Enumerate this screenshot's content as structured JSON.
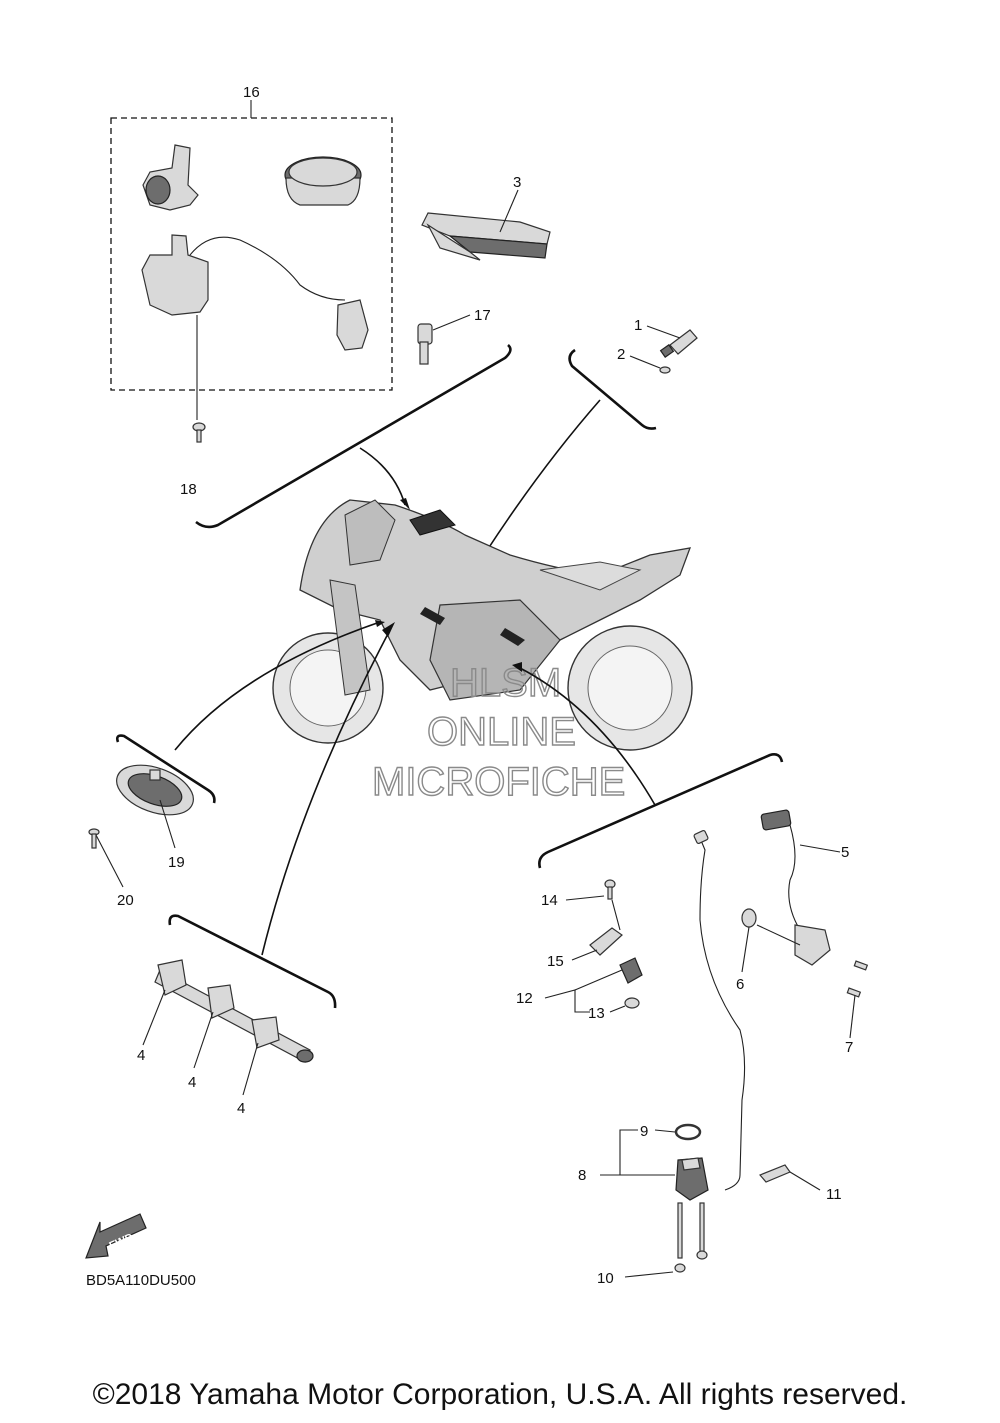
{
  "callouts": [
    {
      "id": "c1",
      "label": "1"
    },
    {
      "id": "c2",
      "label": "2"
    },
    {
      "id": "c3",
      "label": "3"
    },
    {
      "id": "c4a",
      "label": "4"
    },
    {
      "id": "c4b",
      "label": "4"
    },
    {
      "id": "c4c",
      "label": "4"
    },
    {
      "id": "c5",
      "label": "5"
    },
    {
      "id": "c6",
      "label": "6"
    },
    {
      "id": "c7",
      "label": "7"
    },
    {
      "id": "c8",
      "label": "8"
    },
    {
      "id": "c9",
      "label": "9"
    },
    {
      "id": "c10",
      "label": "10"
    },
    {
      "id": "c11",
      "label": "11"
    },
    {
      "id": "c12",
      "label": "12"
    },
    {
      "id": "c13",
      "label": "13"
    },
    {
      "id": "c14",
      "label": "14"
    },
    {
      "id": "c15",
      "label": "15"
    },
    {
      "id": "c16",
      "label": "16"
    },
    {
      "id": "c17",
      "label": "17"
    },
    {
      "id": "c18",
      "label": "18"
    },
    {
      "id": "c19",
      "label": "19"
    },
    {
      "id": "c20",
      "label": "20"
    }
  ],
  "watermark": {
    "line1": "HLSM",
    "line2": "ONLINE",
    "line3": "MICROFICHE"
  },
  "fwd_label": "FWD",
  "diagram_code": "BD5A110DU500",
  "copyright": "©2018 Yamaha Motor Corporation, U.S.A. All rights reserved."
}
